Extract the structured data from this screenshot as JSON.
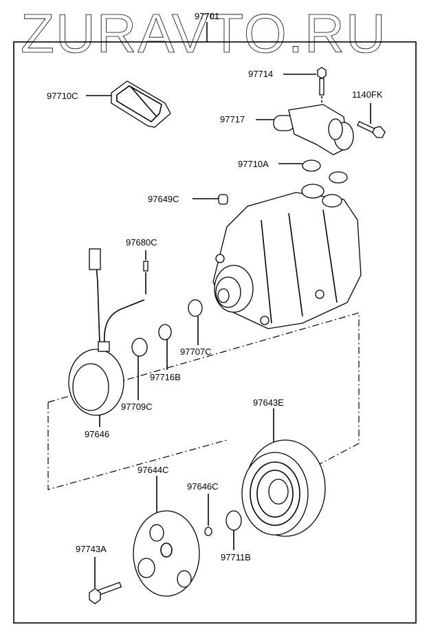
{
  "watermark": "ZURAVTO.RU",
  "parts": {
    "p97701": "97701",
    "p97714": "97714",
    "p97710C": "97710C",
    "p1140FK": "1140FK",
    "p97717": "97717",
    "p97710A": "97710A",
    "p97649C": "97649C",
    "p97680C": "97680C",
    "p97707C": "97707C",
    "p97716B": "97716B",
    "p97709C": "97709C",
    "p97646": "97646",
    "p97643E": "97643E",
    "p97644C": "97644C",
    "p97646C": "97646C",
    "p97711B": "97711B",
    "p97743A": "97743A"
  }
}
